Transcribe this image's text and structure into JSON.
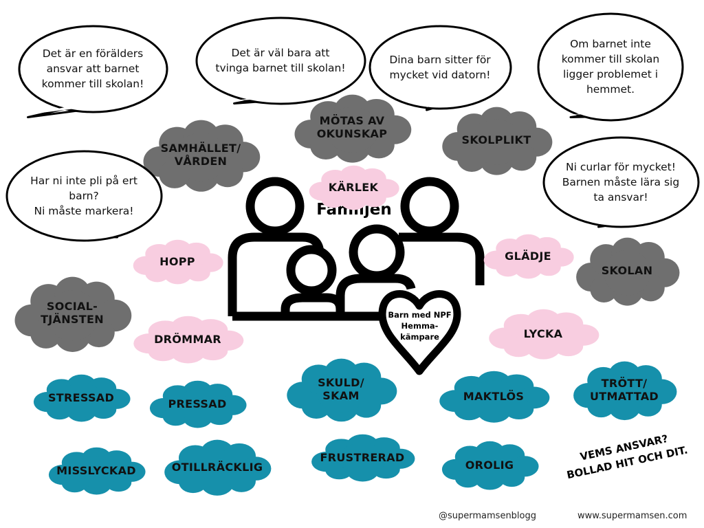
{
  "colors": {
    "gray": "#6f6f6f",
    "pink": "#f8cde0",
    "teal": "#1690ab",
    "outline": "#000000"
  },
  "speech_bubbles": [
    "Det är en förälders\nansvar att barnet\nkommer till skolan!",
    "Det är väl bara att\ntvinga barnet till skolan!",
    "Dina barn sitter för\nmycket vid datorn!",
    "Om barnet inte\nkommer till skolan\nligger problemet i\nhemmet.",
    "Har ni inte pli på ert\nbarn?\nNi måste markera!",
    "Ni curlar för mycket!\nBarnen måste lära sig\nta ansvar!"
  ],
  "gray_clouds": [
    "SAMHÄLLET/\nVÅRDEN",
    "MÖTAS AV\nOKUNSKAP",
    "SKOLPLIKT",
    "SKOLAN",
    "SOCIAL-\nTJÄNSTEN"
  ],
  "pink_clouds": [
    "KÄRLEK",
    "HOPP",
    "GLÄDJE",
    "DRÖMMAR",
    "LYCKA"
  ],
  "teal_clouds": [
    "STRESSAD",
    "PRESSAD",
    "SKULD/\nSKAM",
    "MAKTLÖS",
    "TRÖTT/\nUTMATTAD",
    "MISSLYCKAD",
    "OTILLRÄCKLIG",
    "FRUSTRERAD",
    "OROLIG"
  ],
  "center": {
    "title": "Familjen",
    "heart_text": "Barn med NPF\nHemma-\nkämpare"
  },
  "slogan": "VEMS ANSVAR?\nBOLLAD HIT OCH DIT.",
  "footer": {
    "social": "@supermamsenblogg",
    "website": "www.supermamsen.com"
  }
}
